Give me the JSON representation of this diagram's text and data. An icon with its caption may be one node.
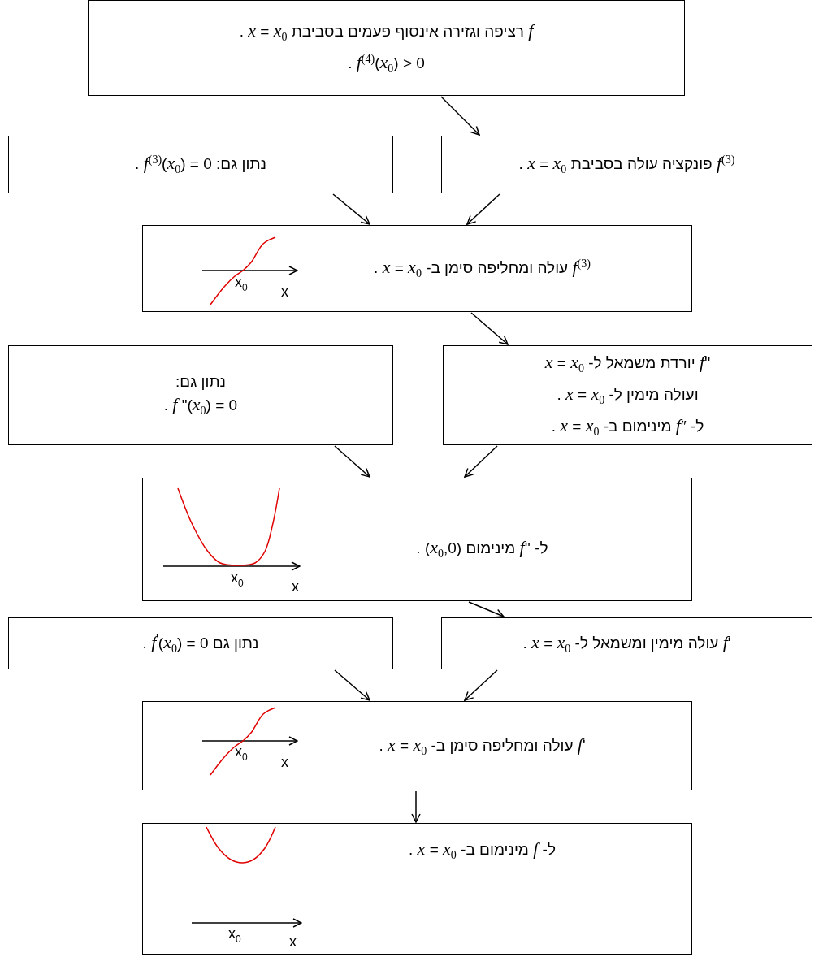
{
  "diagram": {
    "nodes": [
      {
        "text": [
          "*f* רציפה וגזירה אינסוף פעמים בסביבת *x* = *x*$_{0}$ .",
          "*f*$^{(4)}$(*x*$_{0}$) > 0 ."
        ]
      },
      {
        "text": [
          "נתון גם: *f*$^{(3)}$(*x*$_{0}$) = 0 ."
        ]
      },
      {
        "text": [
          "*f*$^{(3)}$ פונקציה עולה בסביבת *x* = *x*$_{0}$ ."
        ]
      },
      {
        "text": [
          "*f*$^{(3)}$ עולה ומחליפה סימן ב- *x* = *x*$_{0}$ .",
          "x$_{0}$",
          "x"
        ]
      },
      {
        "text": [
          "נתון גם: *f* \"(*x*$_{0}$) = 0 ."
        ]
      },
      {
        "text": [
          "*f*'' יורדת משמאל ל- *x* = *x*$_{0}$",
          "ועולה מימין ל- *x* = *x*$_{0}$ .",
          "ל- *f*″ מינימום ב- *x* = *x*$_{0}$ ."
        ]
      },
      {
        "text": [
          "ל- *f*'' מינימום (*x*$_{0}$,0) .",
          "x$_{0}$",
          "x"
        ]
      },
      {
        "text": [
          "נתון גם *f*$^{'}$(*x*$_{0}$) = 0 ."
        ]
      },
      {
        "text": [
          "*f*' עולה מימין ומשמאל ל- *x* = *x*$_{0}$ ."
        ]
      },
      {
        "text": [
          "*f*' עולה ומחליפה סימן ב- *x* = *x*$_{0}$ .",
          "x$_{0}$",
          "x"
        ]
      },
      {
        "text": [
          "ל- *f* מינימום ב- *x* = *x*$_{0}$ .",
          "x$_{0}$",
          "x"
        ]
      }
    ],
    "edges": [
      {
        "from": 0,
        "to": 2,
        "arrow": "to"
      },
      {
        "from": 1,
        "to": 3,
        "arrow": "to"
      },
      {
        "from": 2,
        "to": 3,
        "arrow": "to"
      },
      {
        "from": 3,
        "to": 5,
        "arrow": "to"
      },
      {
        "from": 4,
        "to": 6,
        "arrow": "to"
      },
      {
        "from": 5,
        "to": 6,
        "arrow": "to"
      },
      {
        "from": 6,
        "to": 8,
        "arrow": "to"
      },
      {
        "from": 7,
        "to": 9,
        "arrow": "to"
      },
      {
        "from": 8,
        "to": 9,
        "arrow": "to"
      },
      {
        "from": 9,
        "to": 10,
        "arrow": "to"
      }
    ]
  }
}
